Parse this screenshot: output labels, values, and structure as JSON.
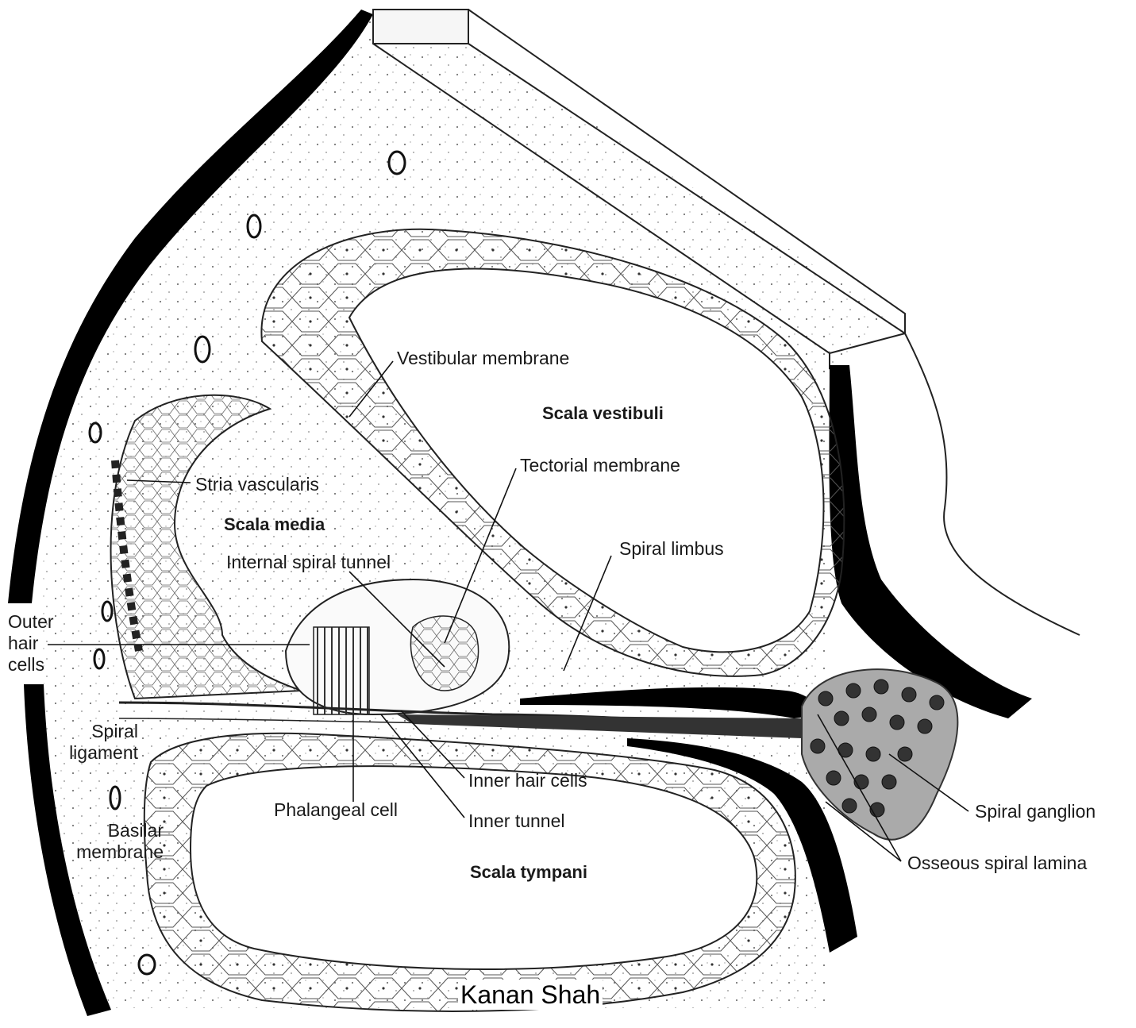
{
  "labels": {
    "vestibular_membrane": "Vestibular membrane",
    "scala_vestibuli": "Scala vestibuli",
    "tectorial_membrane": "Tectorial membrane",
    "stria_vascularis": "Stria vascularis",
    "scala_media": "Scala media",
    "spiral_limbus": "Spiral limbus",
    "internal_spiral_tunnel": "Internal spiral tunnel",
    "outer_hair_cells": [
      "Outer",
      "hair",
      "cells"
    ],
    "spiral_ligament": [
      "Spiral",
      "ligament"
    ],
    "inner_hair_cells": "Inner hair cells",
    "phalangeal_cell": "Phalangeal cell",
    "inner_tunnel": "Inner tunnel",
    "basilar_membrane": [
      "Basilar",
      "membrane"
    ],
    "spiral_ganglion": "Spiral ganglion",
    "osseous_spiral_lamina": "Osseous spiral lamina",
    "scala_tympani": "Scala tympani"
  },
  "credit": "Kanan Shah"
}
